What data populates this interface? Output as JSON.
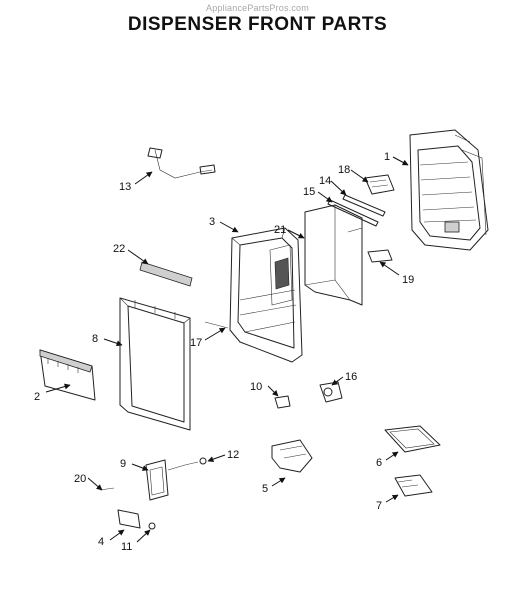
{
  "watermark": "AppliancePartsPros.com",
  "title": "DISPENSER FRONT PARTS",
  "callouts": {
    "p1": "1",
    "p2": "2",
    "p3": "3",
    "p4": "4",
    "p5": "5",
    "p6": "6",
    "p7": "7",
    "p8": "8",
    "p9": "9",
    "p10": "10",
    "p11": "11",
    "p12": "12",
    "p13": "13",
    "p14": "14",
    "p15": "15",
    "p16": "16",
    "p17": "17",
    "p18": "18",
    "p19": "19",
    "p20": "20",
    "p21": "21",
    "p22": "22"
  }
}
